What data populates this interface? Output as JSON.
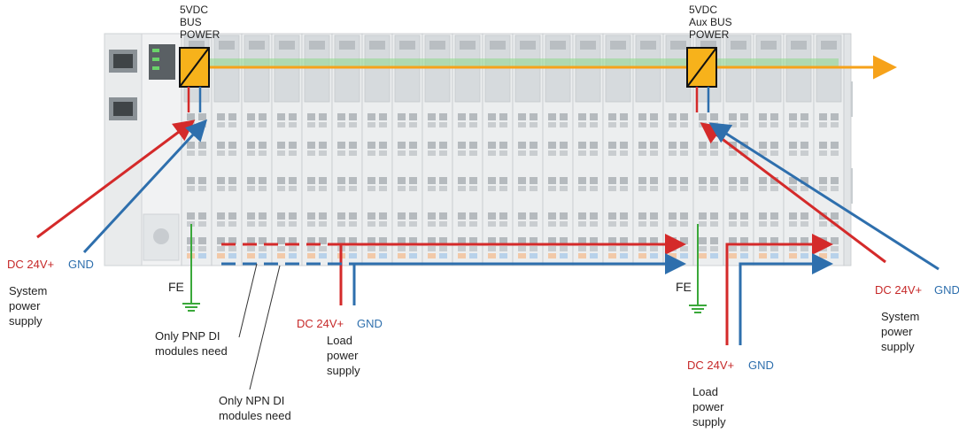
{
  "labels": {
    "bus_power_left": "5VDC\nBUS\nPOWER",
    "bus_power_right": "5VDC\nAux BUS\nPOWER",
    "dc24_left": "DC 24V+",
    "gnd_left": "GND",
    "system_power_left": "System\npower\nsupply",
    "fe_left": "FE",
    "fe_right": "FE",
    "pnp_note": "Only PNP DI\nmodules need",
    "npn_note": "Only NPN DI\nmodules need",
    "dc24_load_left": "DC 24V+",
    "gnd_load_left": "GND",
    "load_power_left": "Load\npower\nsupply",
    "dc24_load_right": "DC 24V+",
    "gnd_load_right": "GND",
    "load_power_right": "Load\npower\nsupply",
    "dc24_right": "DC 24V+",
    "gnd_right": "GND",
    "system_power_right": "System\npower\nsupply"
  },
  "colors": {
    "positive": "#d42a2a",
    "ground": "#2e6fad",
    "fe": "#3aa83a",
    "bus_arrow": "#f6a21a",
    "bus_band": "#8fd88a",
    "converter_fill": "#f7b21b",
    "module_body": "#eceeef",
    "module_top": "#d6dadd",
    "terminal": "#b5babe",
    "text_dark": "#222222"
  },
  "icons": {
    "converter": "dc-dc-converter-icon",
    "ethernet": "ethernet-port-icon",
    "ground": "ground-symbol-icon"
  }
}
